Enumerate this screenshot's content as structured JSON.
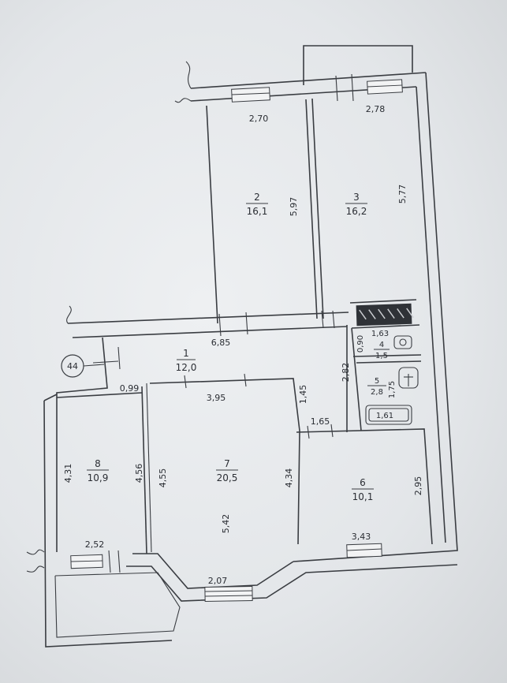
{
  "plan": {
    "building_number": "44",
    "rooms": [
      {
        "number": "1",
        "area": "12,0"
      },
      {
        "number": "2",
        "area": "16,1"
      },
      {
        "number": "3",
        "area": "16,2"
      },
      {
        "number": "4",
        "area": "1,5"
      },
      {
        "number": "5",
        "area": "2,8"
      },
      {
        "number": "6",
        "area": "10,1"
      },
      {
        "number": "7",
        "area": "20,5"
      },
      {
        "number": "8",
        "area": "10,9"
      }
    ],
    "dimensions": {
      "room2_width": "2,70",
      "room2_length": "5,97",
      "room3_width": "2,78",
      "room3_length": "5,77",
      "hall_length": "6,85",
      "hall_depth": "2,82",
      "hall_side": "0,99",
      "hall_corner": "1,45",
      "wc_width": "1,63",
      "wc_depth": "0,90",
      "bath_depth": "1,75",
      "bathtub": "1,61",
      "room6_width_top": "1,65",
      "room6_length": "2,95",
      "room6_width_bottom": "3,43",
      "room7_width_top": "3,95",
      "room7_left": "4,55",
      "room7_right": "4,34",
      "room7_depth": "5,42",
      "room7_bay": "2,07",
      "room8_left": "4,31",
      "room8_right": "4,56",
      "room8_width": "2,52"
    }
  }
}
